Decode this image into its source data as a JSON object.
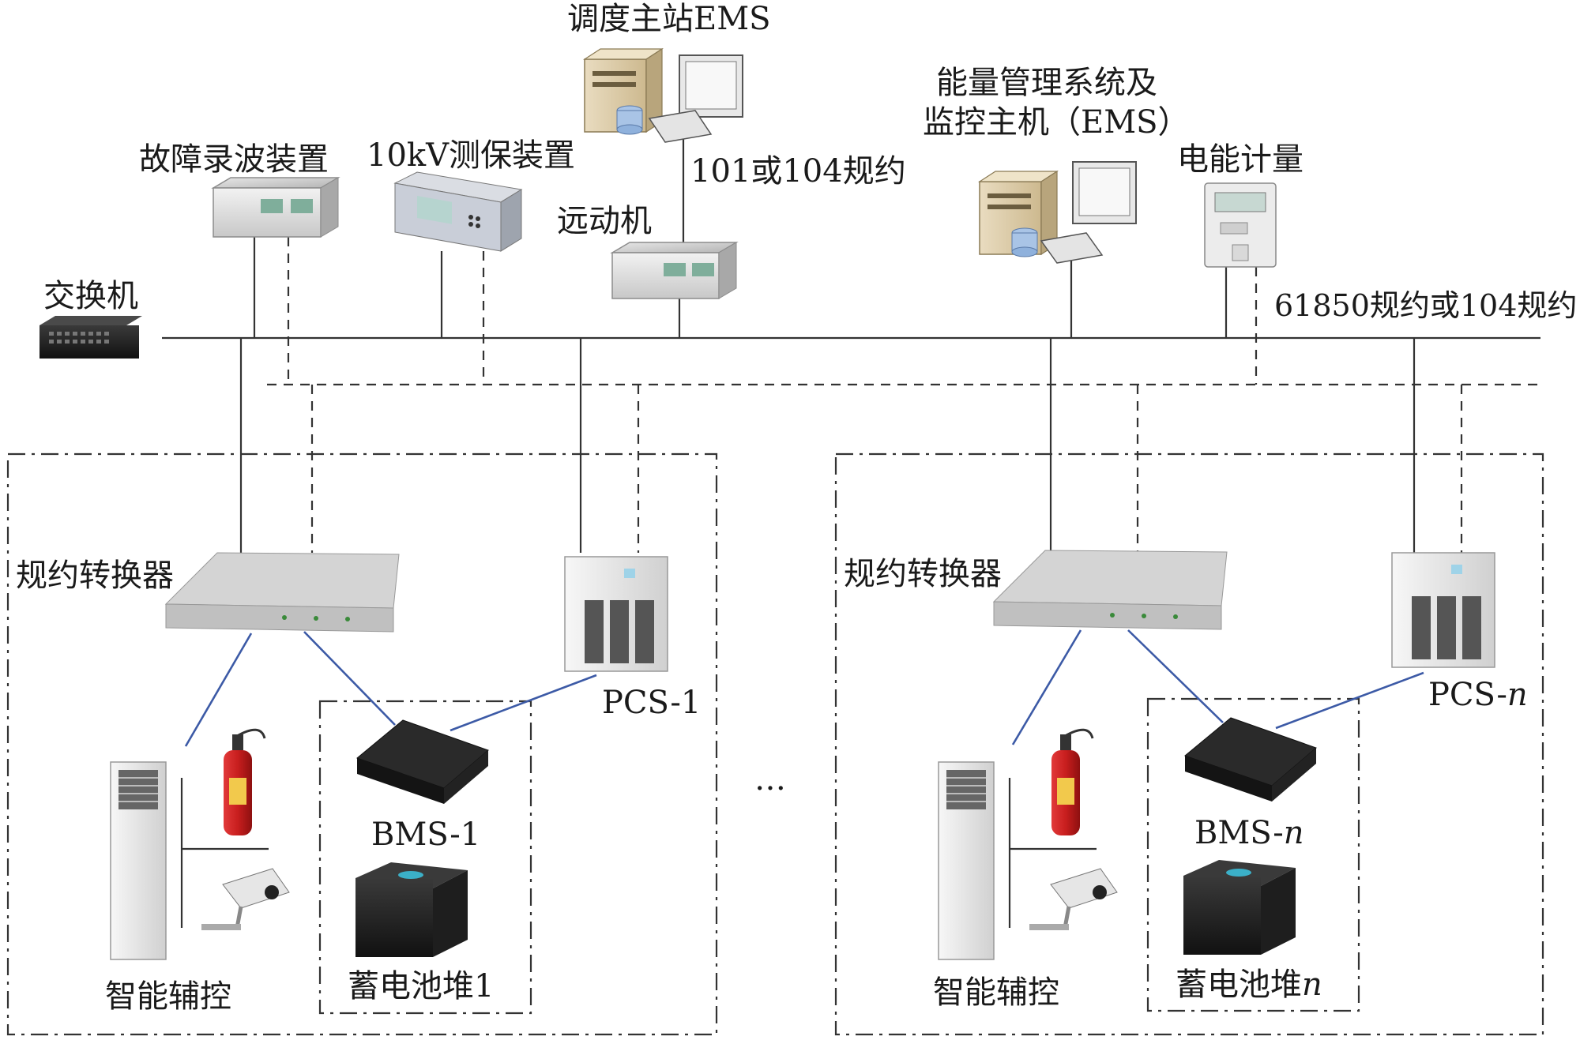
{
  "labels": {
    "dispatch_ems": "调度主站EMS",
    "fault_recorder": "故障录波装置",
    "protection_10kv": "10kV测保装置",
    "protocol_101_104": "101或104规约",
    "rtu": "远动机",
    "ems_line1": "能量管理系统及",
    "ems_line2": "监控主机（EMS）",
    "energy_meter": "电能计量",
    "switch": "交换机",
    "protocol_61850_104": "61850规约或104规约",
    "converter_1": "规约转换器",
    "converter_n": "规约转换器",
    "pcs_1": "PCS-1",
    "pcs_n_prefix": "PCS-",
    "pcs_n_suffix": "n",
    "bms_1": "BMS-1",
    "bms_n_prefix": "BMS-",
    "bms_n_suffix": "n",
    "aux_1": "智能辅控",
    "aux_n": "智能辅控",
    "battery_1": "蓄电池堆1",
    "battery_n_prefix": "蓄电池堆",
    "battery_n_suffix": "n",
    "ellipsis": "…"
  },
  "colors": {
    "line": "#333333",
    "blue_link": "#3c5aa6",
    "extinguisher": "#c81e1e",
    "device_gray": "#d9d9d9"
  }
}
